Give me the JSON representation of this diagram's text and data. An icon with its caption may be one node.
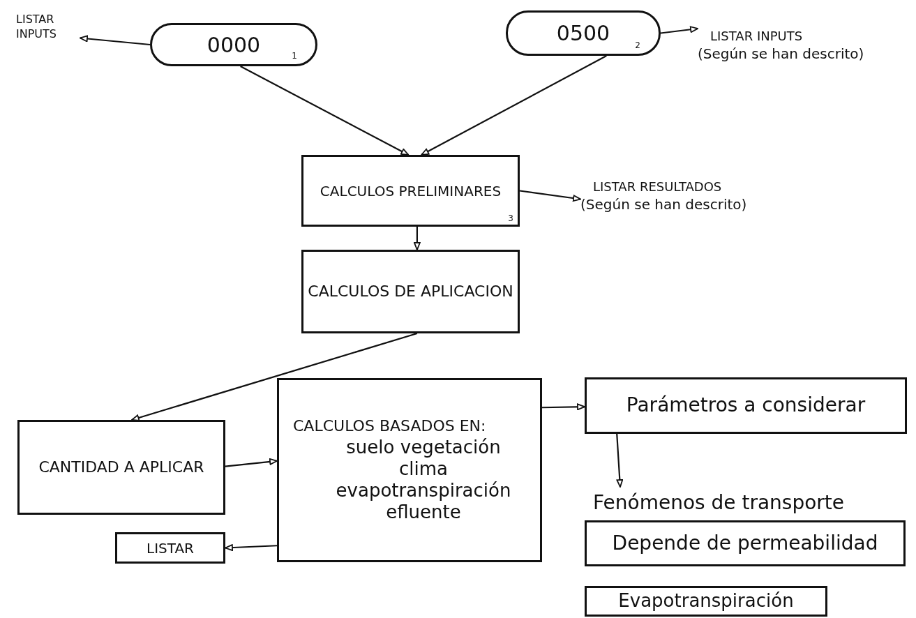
{
  "diagram": {
    "nodes": [
      {
        "text": [
          "0000",
          "1"
        ]
      },
      {
        "text": [
          "LISTAR INPUTS"
        ]
      },
      {
        "text": [
          "0500",
          "2"
        ]
      },
      {
        "text": [
          "LISTAR INPUTS",
          "(Según se han descrito)"
        ]
      },
      {
        "text": [
          "CALCULOS PRELIMINARES",
          "3"
        ]
      },
      {
        "text": [
          "LISTAR RESULTADOS",
          "(Según se han descrito)"
        ]
      },
      {
        "text": [
          "CALCULOS DE APLICACION"
        ]
      },
      {
        "text": [
          "CANTIDAD A APLICAR"
        ]
      },
      {
        "text": [
          "CALCULOS BASADOS EN:",
          "suelo vegetación clima evapotranspiración efluente"
        ]
      },
      {
        "text": [
          "LISTAR"
        ]
      },
      {
        "text": [
          "Parámetros a considerar"
        ]
      },
      {
        "text": [
          "Fenómenos de transporte"
        ]
      },
      {
        "text": [
          "Depende de permeabilidad"
        ]
      },
      {
        "text": [
          "Evapotranspiración"
        ]
      }
    ],
    "edges": [
      {
        "from": 0,
        "to": 1,
        "arrow": "to"
      },
      {
        "from": 2,
        "to": 3,
        "arrow": "to"
      },
      {
        "from": 0,
        "to": 4,
        "arrow": "to"
      },
      {
        "from": 2,
        "to": 4,
        "arrow": "to"
      },
      {
        "from": 4,
        "to": 5,
        "arrow": "to"
      },
      {
        "from": 4,
        "to": 6,
        "arrow": "to"
      },
      {
        "from": 6,
        "to": 7,
        "arrow": "to"
      },
      {
        "from": 7,
        "to": 8,
        "arrow": "to"
      },
      {
        "from": 8,
        "to": 9,
        "arrow": "to"
      },
      {
        "from": 8,
        "to": 10,
        "arrow": "to"
      },
      {
        "from": 10,
        "to": 11,
        "arrow": "to"
      }
    ]
  }
}
